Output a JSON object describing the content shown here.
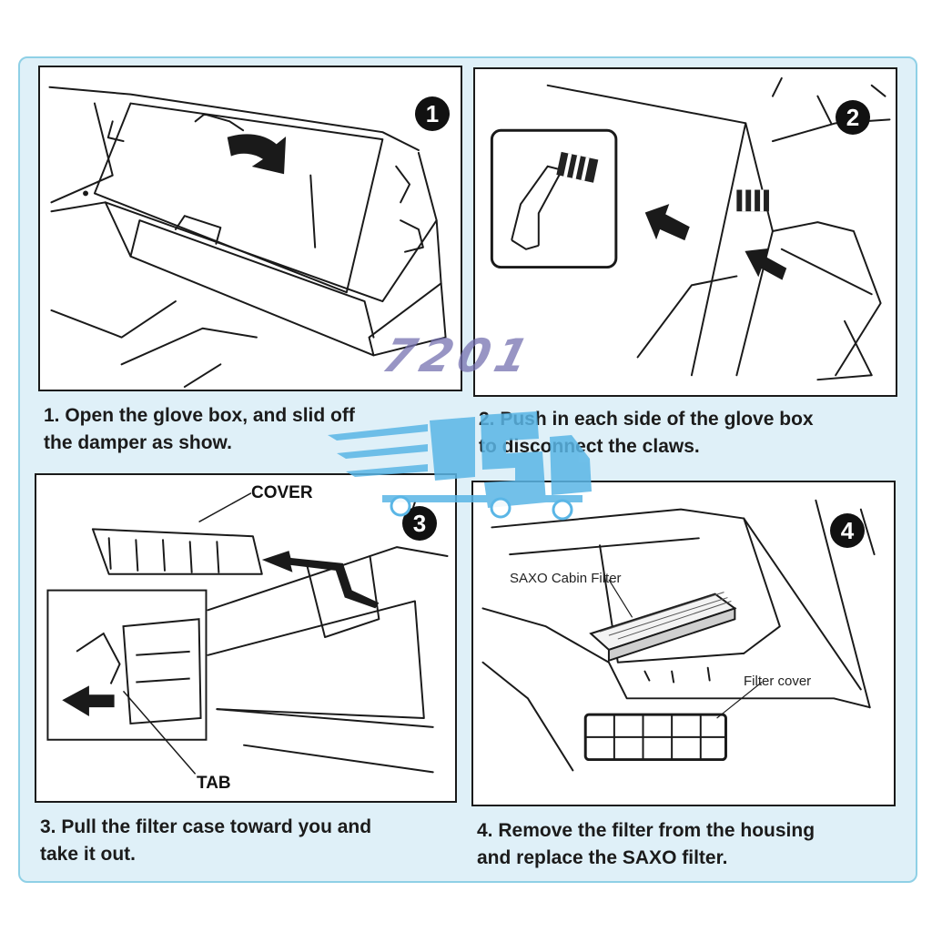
{
  "steps": [
    {
      "number": "1",
      "caption_lines": [
        "1. Open the glove box, and slid off",
        "the damper as show."
      ]
    },
    {
      "number": "2",
      "caption_lines": [
        "2. Push in each side of the glove box",
        "to disconnect the claws."
      ]
    },
    {
      "number": "3",
      "caption_lines": [
        "3. Pull the filter case toward you and",
        "take it out."
      ],
      "labels": {
        "cover": "COVER",
        "tab": "TAB"
      }
    },
    {
      "number": "4",
      "caption_lines": [
        "4. Remove the filter from the housing",
        "and replace the SAXO filter."
      ],
      "labels": {
        "cabin_filter": "SAXO Cabin Filter",
        "filter_cover": "Filter cover"
      }
    }
  ],
  "watermark": {
    "text": "7201"
  },
  "colors": {
    "frame_border": "#8fd0e6",
    "frame_fill": "#dff0f8",
    "watermark_text": "#7672b0",
    "watermark_logo": "#5ab6e6",
    "ink": "#1a1a1a"
  }
}
